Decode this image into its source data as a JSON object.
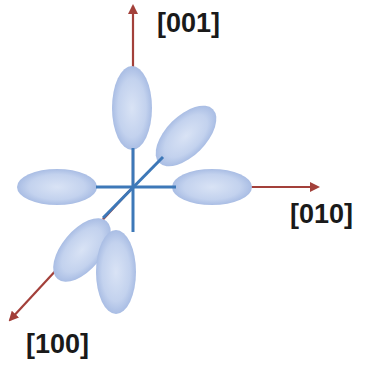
{
  "diagram": {
    "labels": [
      "[001]",
      "[010]",
      "[100]"
    ]
  }
}
